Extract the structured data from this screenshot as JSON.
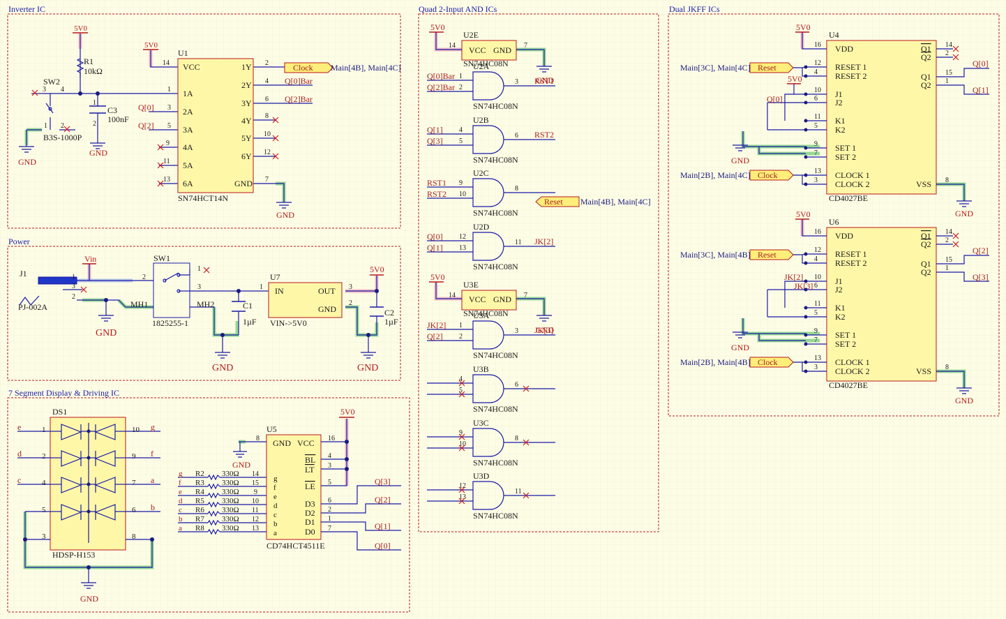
{
  "colors": {
    "background": "#fdfde6",
    "wire": "#1a1aa8",
    "component": "#b81818",
    "ic_fill": "#fff7a8",
    "ic_border": "#b81818",
    "net_label": "#a81e1e",
    "junction": "#1a1a80",
    "highlight": "#8cd48c",
    "section_border": "#b81818"
  },
  "sections": {
    "inverter": "Inverter IC",
    "power": "Power",
    "seven_seg": "7 Segment Display & Driving IC",
    "and": "Quad 2-Input AND ICs",
    "jkff": "Dual JKFF ICs"
  },
  "inverter": {
    "pwr_r1": "5V0",
    "pwr_u1": "5V0",
    "r1_ref": "R1",
    "r1_val": "10kΩ",
    "sw2_ref": "SW2",
    "sw2_part": "B3S-1000P",
    "c3_ref": "C3",
    "c3_val": "100nF",
    "gnd": "GND",
    "u1_ref": "U1",
    "u1_part": "SN74HCT14N",
    "u1_pins_left": [
      "VCC",
      "1A",
      "2A",
      "3A",
      "4A",
      "5A",
      "6A"
    ],
    "u1_pins_right": [
      "1Y",
      "2Y",
      "3Y",
      "4Y",
      "5Y",
      "6Y",
      "GND"
    ],
    "u1_nums_left": [
      "14",
      "1",
      "3",
      "5",
      "9",
      "11",
      "13"
    ],
    "u1_nums_right": [
      "2",
      "4",
      "6",
      "8",
      "10",
      "12",
      "7"
    ],
    "sw2_nums": [
      "3",
      "4",
      "1",
      "2"
    ],
    "c3_nums": [
      "1",
      "2"
    ],
    "net_q0": "Q[0]",
    "net_q2": "Q[2]",
    "net_q0bar": "Q[0]Bar",
    "net_q2bar": "Q[2]Bar",
    "port_clock": "Clock",
    "port_clock_ref": "Main[4B], Main[4C]"
  },
  "power": {
    "j1_ref": "J1",
    "j1_part": "PJ-002A",
    "vin": "Vin",
    "sw1_ref": "SW1",
    "sw1_part": "1825255-1",
    "mh1": "MH1",
    "mh2": "MH2",
    "u7_ref": "U7",
    "u7_part": "VIN->5V0",
    "u7_in": "IN",
    "u7_out": "OUT",
    "u7_gnd": "GND",
    "c1_ref": "C1",
    "c1_val": "1µF",
    "c2_ref": "C2",
    "c2_val": "1µF",
    "pwr": "5V0",
    "gnd": "GND",
    "j1_nums": [
      "1",
      "3",
      "2"
    ],
    "sw1_nums": [
      "2",
      "1",
      "3"
    ],
    "u7_nums": [
      "1",
      "3",
      "2"
    ]
  },
  "seven_seg": {
    "ds1_ref": "DS1",
    "ds1_part": "HDSP-H153",
    "ds1_left_pins": [
      {
        "net": "e",
        "num": "1"
      },
      {
        "net": "d",
        "num": "2"
      },
      {
        "net": "c",
        "num": "4"
      },
      {
        "net": "",
        "num": "5"
      },
      {
        "net": "",
        "num": "3"
      }
    ],
    "ds1_right_pins": [
      {
        "net": "g",
        "num": "10"
      },
      {
        "net": "f",
        "num": "9"
      },
      {
        "net": "a",
        "num": "7"
      },
      {
        "net": "b",
        "num": "6"
      },
      {
        "net": "",
        "num": "8"
      }
    ],
    "gnd": "GND",
    "pwr": "5V0",
    "u5_ref": "U5",
    "u5_part": "CD74HCT4511E",
    "u5_pins_right_text": [
      "GND",
      "VCC"
    ],
    "u5_nums_top": [
      "8",
      "16"
    ],
    "u5_ctrl": [
      {
        "name": "BL",
        "num": "4"
      },
      {
        "name": "LT",
        "num": "3"
      },
      {
        "name": "LE",
        "num": "5"
      }
    ],
    "u5_out_pins": [
      "g",
      "f",
      "e",
      "d",
      "c",
      "b",
      "a"
    ],
    "u5_out_nums": [
      "14",
      "15",
      "9",
      "10",
      "11",
      "12",
      "13"
    ],
    "u5_data": [
      {
        "name": "D3",
        "num": "6",
        "net": "Q[3]"
      },
      {
        "name": "D2",
        "num": "2",
        "net": "Q[2]"
      },
      {
        "name": "D1",
        "num": "1",
        "net": "Q[1]"
      },
      {
        "name": "D0",
        "num": "7",
        "net": "Q[0]"
      }
    ],
    "resistors": [
      {
        "seg": "g",
        "ref": "R2",
        "val": "330Ω"
      },
      {
        "seg": "f",
        "ref": "R3",
        "val": "330Ω"
      },
      {
        "seg": "e",
        "ref": "R4",
        "val": "330Ω"
      },
      {
        "seg": "d",
        "ref": "R5",
        "val": "330Ω"
      },
      {
        "seg": "c",
        "ref": "R6",
        "val": "330Ω"
      },
      {
        "seg": "b",
        "ref": "R7",
        "val": "330Ω"
      },
      {
        "seg": "a",
        "ref": "R8",
        "val": "330Ω"
      }
    ]
  },
  "and_ics": {
    "pwr": "5V0",
    "gnd": "GND",
    "vcc": "VCC",
    "gnd_pin": "GND",
    "u2e_ref": "U2E",
    "u3e_ref": "U3E",
    "part": "SN74HC08N",
    "pwr_pin": "14",
    "gnd_pin_num": "7",
    "port_reset": "Reset",
    "port_reset_ref": "Main[4B], Main[4C]",
    "gates": [
      {
        "ref": "U2A",
        "in1": "Q[0]Bar",
        "in2": "Q[2]Bar",
        "p1": "1",
        "p2": "2",
        "po": "3",
        "out": "RST1"
      },
      {
        "ref": "U2B",
        "in1": "Q[1]",
        "in2": "Q[3]",
        "p1": "4",
        "p2": "5",
        "po": "6",
        "out": "RST2"
      },
      {
        "ref": "U2C",
        "in1": "RST1",
        "in2": "RST2",
        "p1": "9",
        "p2": "10",
        "po": "8",
        "out": ""
      },
      {
        "ref": "U2D",
        "in1": "Q[0]",
        "in2": "Q[1]",
        "p1": "12",
        "p2": "13",
        "po": "11",
        "out": "JK[2]"
      },
      {
        "ref": "U3A",
        "in1": "JK[2]",
        "in2": "Q[2]",
        "p1": "1",
        "p2": "2",
        "po": "3",
        "out": "JK[3]"
      },
      {
        "ref": "U3B",
        "in1": "",
        "in2": "",
        "p1": "4",
        "p2": "5",
        "po": "6",
        "out": ""
      },
      {
        "ref": "U3C",
        "in1": "",
        "in2": "",
        "p1": "9",
        "p2": "10",
        "po": "8",
        "out": ""
      },
      {
        "ref": "U3D",
        "in1": "",
        "in2": "",
        "p1": "12",
        "p2": "13",
        "po": "11",
        "out": ""
      }
    ]
  },
  "jkff": {
    "chips": [
      {
        "ref": "U4",
        "part": "CD4027BE",
        "pwr": "5V0",
        "pwr2": "5V0",
        "reset_ref": "Main[3C], Main[4C]",
        "clock_ref": "Main[2B], Main[4C]",
        "j_net": "",
        "k_net": "Q[0]",
        "j2_net": "",
        "q1": "Q[0]",
        "q2": "Q[1]"
      },
      {
        "ref": "U6",
        "part": "CD4027BE",
        "pwr": "5V0",
        "pwr2": "",
        "reset_ref": "Main[3C], Main[4B]",
        "clock_ref": "Main[2B], Main[4B]",
        "j_net": "JK[2]",
        "k_net": "",
        "j2_net": "JK[3]",
        "q1": "Q[2]",
        "q2": "Q[3]"
      }
    ],
    "port_reset": "Reset",
    "port_clock": "Clock",
    "gnd": "GND",
    "pin_names": [
      "VDD",
      "RESET 1",
      "RESET 2",
      "J1",
      "J2",
      "K1",
      "K2",
      "SET 1",
      "SET 2",
      "CLOCK 1",
      "CLOCK 2",
      "VSS"
    ],
    "pin_nums": [
      "16",
      "12",
      "4",
      "10",
      "6",
      "11",
      "5",
      "9",
      "7",
      "13",
      "3",
      "8"
    ],
    "right_names": [
      "Q1",
      "Q2",
      "Q1",
      "Q2"
    ],
    "right_nums": [
      "14",
      "2",
      "15",
      "1"
    ]
  }
}
